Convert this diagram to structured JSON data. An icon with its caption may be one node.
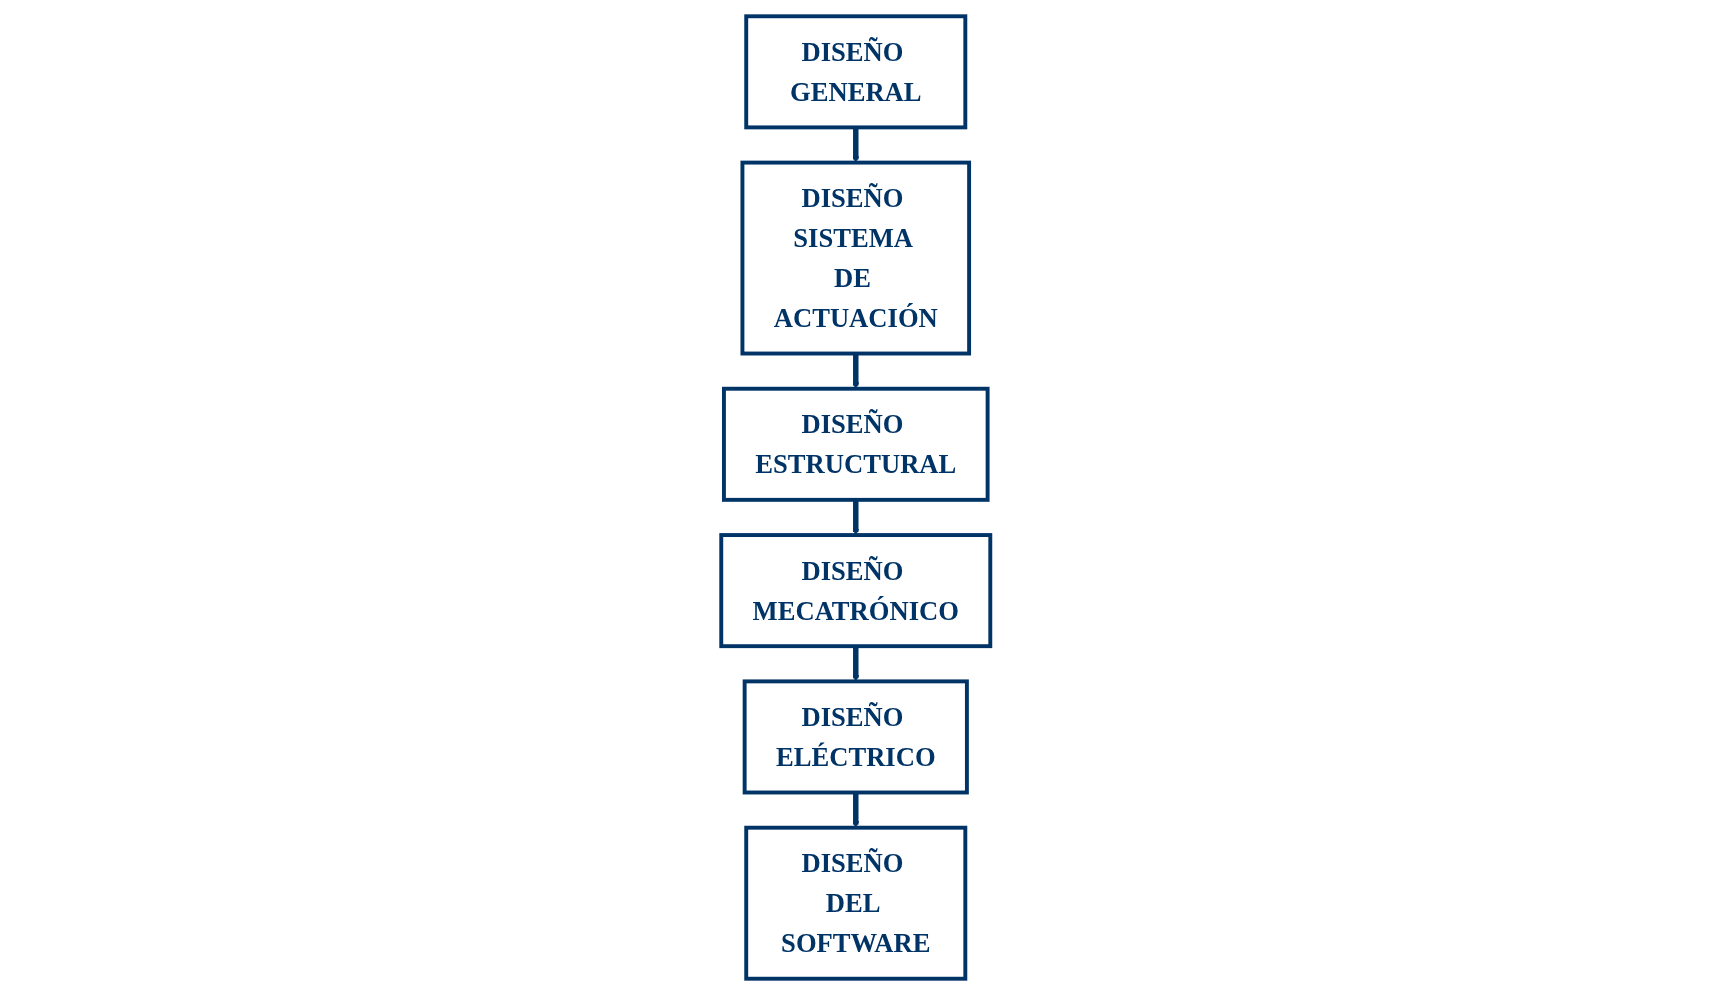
{
  "diagram": {
    "nodes": [
      {
        "text": [
          "DISEÑO GENERAL"
        ]
      },
      {
        "text": [
          "DISEÑO SISTEMA DE ACTUACIÓN"
        ]
      },
      {
        "text": [
          "DISEÑO ESTRUCTURAL"
        ]
      },
      {
        "text": [
          "DISEÑO MECATRÓNICO"
        ]
      },
      {
        "text": [
          "DISEÑO ELÉCTRICO"
        ]
      },
      {
        "text": [
          "DISEÑO DEL SOFTWARE"
        ]
      }
    ],
    "edges": [
      {
        "from": 0,
        "to": 1,
        "arrow": "to"
      },
      {
        "from": 1,
        "to": 2,
        "arrow": "to"
      },
      {
        "from": 2,
        "to": 3,
        "arrow": "to"
      },
      {
        "from": 3,
        "to": 4,
        "arrow": "to"
      },
      {
        "from": 4,
        "to": 5,
        "arrow": "to"
      }
    ]
  }
}
